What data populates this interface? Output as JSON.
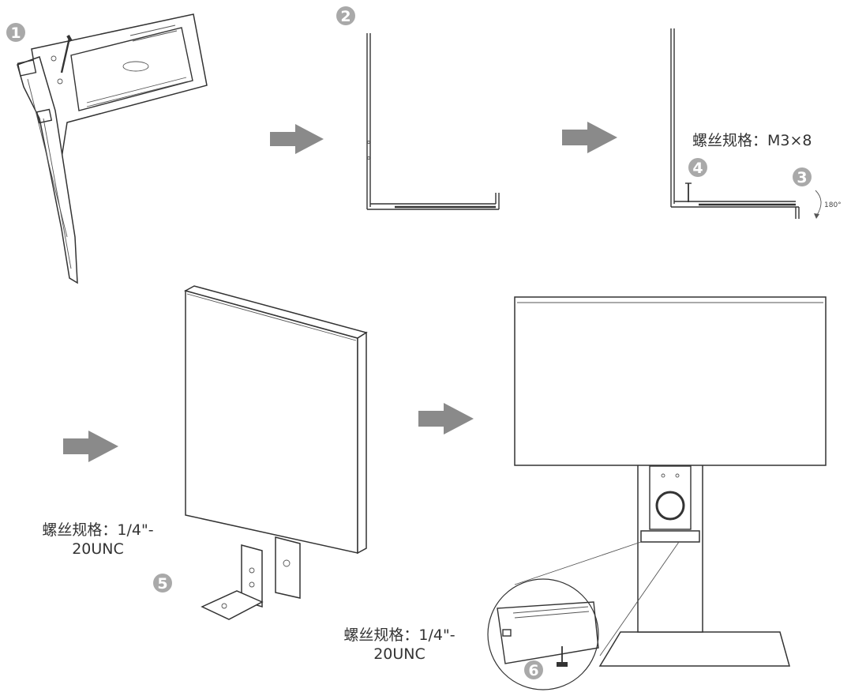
{
  "steps": [
    "1",
    "2",
    "3",
    "4",
    "5",
    "6"
  ],
  "rotation_label": "180°",
  "screw_spec_m3": "螺丝规格：M3×8",
  "screw_spec_unc_a": {
    "line1": "螺丝规格：1/4\"-",
    "line2": "20UNC"
  },
  "screw_spec_unc_b": {
    "line1": "螺丝规格：1/4\"-",
    "line2": "20UNC"
  },
  "colors": {
    "badge": "#a9a9a9",
    "arrow": "#8a8a8a",
    "line": "#333333"
  },
  "icons": [
    "arrow-right-icon",
    "rotate-arrow-icon"
  ]
}
